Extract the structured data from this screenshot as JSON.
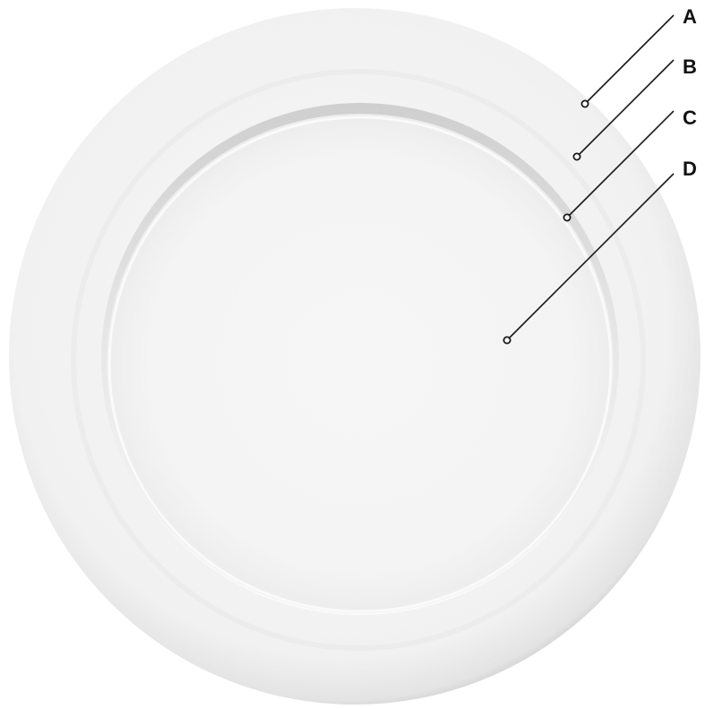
{
  "diagram": {
    "labels": [
      {
        "id": "A",
        "text": "A"
      },
      {
        "id": "B",
        "text": "B"
      },
      {
        "id": "C",
        "text": "C"
      },
      {
        "id": "D",
        "text": "D"
      }
    ],
    "colors": {
      "background": "#ffffff",
      "plate_rim": "#f3f3f3",
      "plate_well": "#f5f5f5",
      "leader_line": "#1a1a1a",
      "label_text": "#111111"
    }
  }
}
